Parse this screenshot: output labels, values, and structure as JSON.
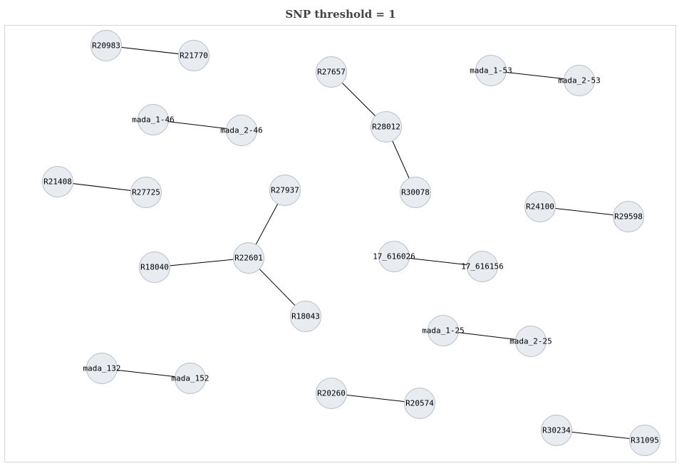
{
  "title": "SNP threshold = 1",
  "nodes": [
    {
      "id": "R20983"
    },
    {
      "id": "R21770"
    },
    {
      "id": "R27657"
    },
    {
      "id": "R28012"
    },
    {
      "id": "R30078"
    },
    {
      "id": "mada_1-53"
    },
    {
      "id": "mada_2-53"
    },
    {
      "id": "mada_1-46"
    },
    {
      "id": "mada_2-46"
    },
    {
      "id": "R21408"
    },
    {
      "id": "R27725"
    },
    {
      "id": "R27937"
    },
    {
      "id": "R22601"
    },
    {
      "id": "R18040"
    },
    {
      "id": "R18043"
    },
    {
      "id": "R24100"
    },
    {
      "id": "R29598"
    },
    {
      "id": "17_616026"
    },
    {
      "id": "17_616156"
    },
    {
      "id": "mada_1-25"
    },
    {
      "id": "mada_2-25"
    },
    {
      "id": "mada_132"
    },
    {
      "id": "mada_152"
    },
    {
      "id": "R20260"
    },
    {
      "id": "R20574"
    },
    {
      "id": "R30234"
    },
    {
      "id": "R31095"
    }
  ],
  "edges": [
    [
      "R20983",
      "R21770"
    ],
    [
      "R27657",
      "R28012"
    ],
    [
      "R28012",
      "R30078"
    ],
    [
      "mada_1-53",
      "mada_2-53"
    ],
    [
      "mada_1-46",
      "mada_2-46"
    ],
    [
      "R21408",
      "R27725"
    ],
    [
      "R27937",
      "R22601"
    ],
    [
      "R18040",
      "R22601"
    ],
    [
      "R22601",
      "R18043"
    ],
    [
      "R24100",
      "R29598"
    ],
    [
      "17_616026",
      "17_616156"
    ],
    [
      "mada_1-25",
      "mada_2-25"
    ],
    [
      "mada_132",
      "mada_152"
    ],
    [
      "R20260",
      "R20574"
    ],
    [
      "R30234",
      "R31095"
    ]
  ]
}
